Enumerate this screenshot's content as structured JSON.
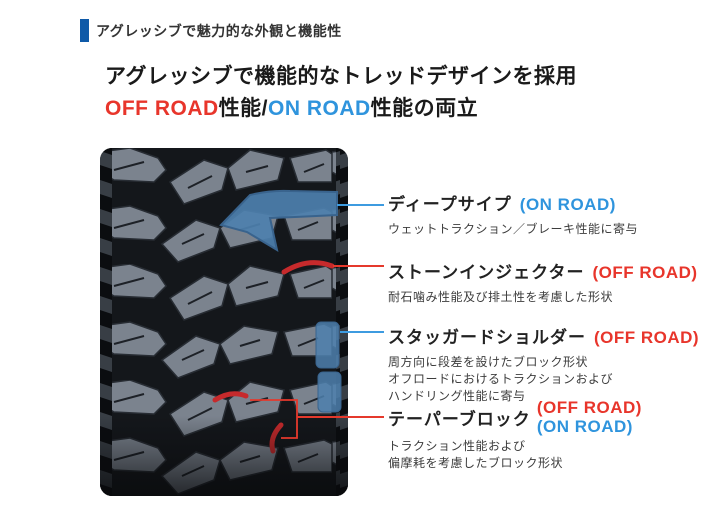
{
  "header": {
    "title": "アグレッシブで魅力的な外観と機能性"
  },
  "headline": {
    "line1": "アグレッシブで機能的なトレッドデザインを採用",
    "line2": {
      "off_road": "OFF ROAD",
      "mid": "性能/",
      "on_road": "ON ROAD",
      "tail": "性能の両立"
    }
  },
  "annotations": [
    {
      "id": "deep-sipe",
      "title": "ディープサイプ",
      "tag": "(ON ROAD)",
      "tag_type": "blue",
      "desc": [
        "ウェットトラクション／ブレーキ性能に寄与"
      ]
    },
    {
      "id": "stone-ejector",
      "title": "ストーンインジェクター",
      "tag": "(OFF ROAD)",
      "tag_type": "red",
      "desc": [
        "耐石噛み性能及び排土性を考慮した形状"
      ]
    },
    {
      "id": "staggered-shoulder",
      "title": "スタッガードショルダー",
      "tag": "(OFF ROAD)",
      "tag_type": "red",
      "desc": [
        "周方向に段差を設けたブロック形状",
        "オフロードにおけるトラクションおよび",
        "ハンドリング性能に寄与"
      ]
    },
    {
      "id": "tapered-block",
      "title": "テーパーブロック",
      "tags": [
        "(OFF ROAD)",
        "(ON ROAD)"
      ],
      "desc": [
        "トラクション性能および",
        "偏摩耗を考慮したブロック形状"
      ]
    }
  ],
  "tire_highlights": [
    {
      "name": "deep-sipe-highlight",
      "color": "#4d80ae"
    },
    {
      "name": "stone-ejector-highlight",
      "color": "#c62a2c"
    },
    {
      "name": "staggered-shoulder-highlight",
      "color": "#4d80ae"
    },
    {
      "name": "tapered-block-highlight",
      "color": "#c62a2c"
    }
  ],
  "colors": {
    "accent_bar": "#0f5aa8",
    "off_road_red": "#e8352b",
    "on_road_blue": "#2f94dd",
    "leader_red": "#e5392c",
    "leader_blue": "#3d9be0",
    "highlight_blue": "#4d80ae",
    "highlight_red": "#c62a2c",
    "tread_block_gray": "#7b838e",
    "groove_dark": "#14171b"
  }
}
